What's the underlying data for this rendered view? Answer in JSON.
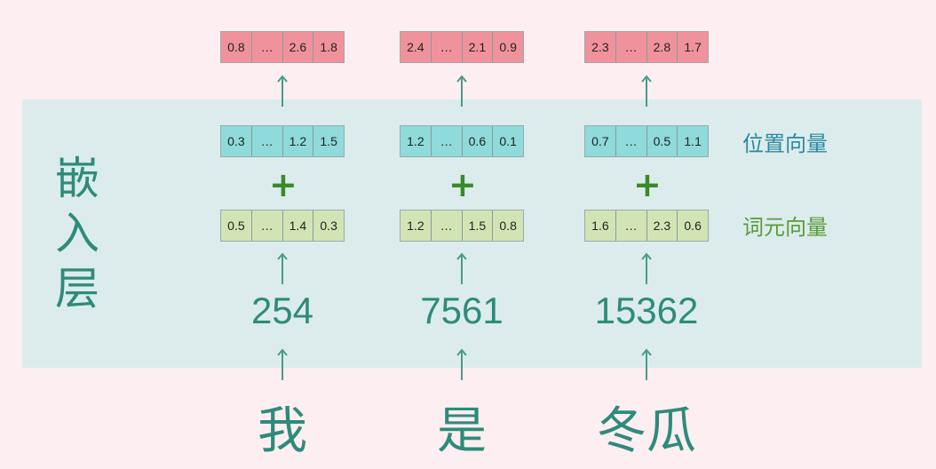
{
  "layer_label": "嵌入层",
  "side_labels": {
    "position": "位置向量",
    "token": "词元向量"
  },
  "columns": [
    {
      "word": "我",
      "id": "254",
      "output": [
        "0.8",
        "…",
        "2.6",
        "1.8"
      ],
      "position": [
        "0.3",
        "…",
        "1.2",
        "1.5"
      ],
      "token": [
        "0.5",
        "…",
        "1.4",
        "0.3"
      ]
    },
    {
      "word": "是",
      "id": "7561",
      "output": [
        "2.4",
        "…",
        "2.1",
        "0.9"
      ],
      "position": [
        "1.2",
        "…",
        "0.6",
        "0.1"
      ],
      "token": [
        "1.2",
        "…",
        "1.5",
        "0.8"
      ]
    },
    {
      "word": "冬瓜",
      "id": "15362",
      "output": [
        "2.3",
        "…",
        "2.8",
        "1.7"
      ],
      "position": [
        "0.7",
        "…",
        "0.5",
        "1.1"
      ],
      "token": [
        "1.6",
        "…",
        "2.3",
        "0.6"
      ]
    }
  ],
  "plus_sign": "+",
  "colors": {
    "output": "#f0929c",
    "position": "#8fdada",
    "token": "#d2e4b4",
    "accent": "#2e8b7a"
  }
}
